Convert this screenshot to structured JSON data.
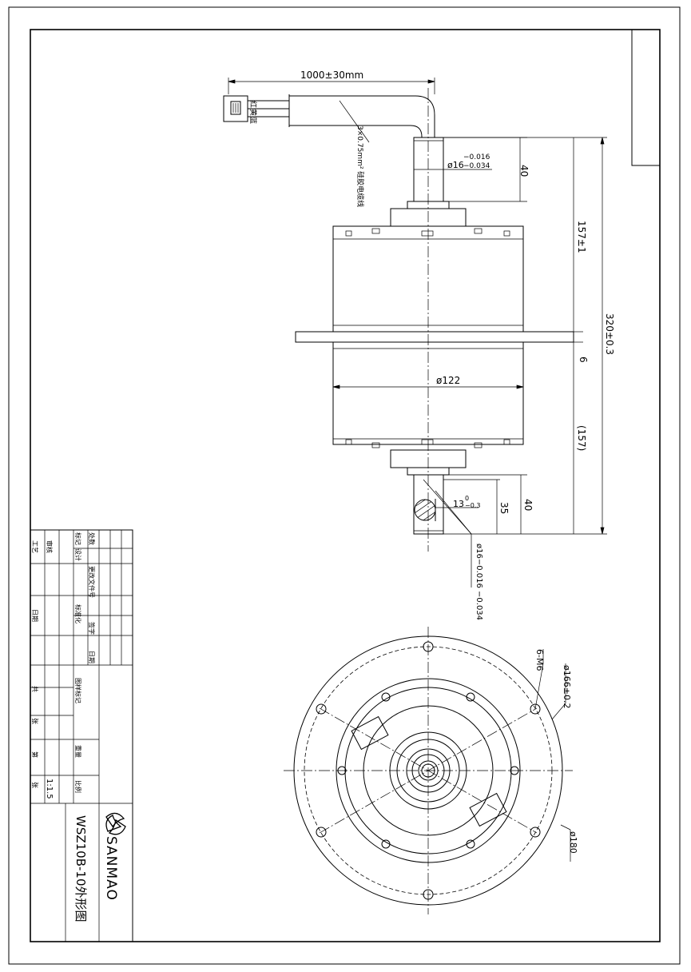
{
  "dimensions": {
    "cable_length": "1000±30mm",
    "cable_spec": "3×0.75mm² 硅胶电缆线",
    "shaft_top_dia": "ø16",
    "shaft_top_tol_upper": "−0.016",
    "shaft_top_tol_lower": "−0.034",
    "shaft_top_len": "40",
    "upper_body": "157±1",
    "overall": "320±0.3",
    "flange_thk": "6",
    "lower_body": "(157)",
    "body_dia": "ø122",
    "flat_dim": "13",
    "flat_tol_upper": "0",
    "flat_tol_lower": "−0.3",
    "flat_len": "35",
    "shaft_bottom_len": "40",
    "shaft_bottom_label": "ø16−0.016 −0.034",
    "holes": "6-M6",
    "pcd": "ø166±0.2",
    "outer_dia": "ø180"
  },
  "wires": [
    "红",
    "黄",
    "蓝"
  ],
  "title_block": {
    "labels": [
      "标记",
      "处数",
      "更改文件号",
      "签字",
      "日期",
      "设计",
      "标准化",
      "审核",
      "工艺",
      "日期",
      "图样标记",
      "重量",
      "比例",
      "共",
      "张",
      "第",
      "张"
    ],
    "scale": "1:1.5",
    "brand": "SANMAO",
    "drawing_title": "WSZ10B-10外形图"
  }
}
